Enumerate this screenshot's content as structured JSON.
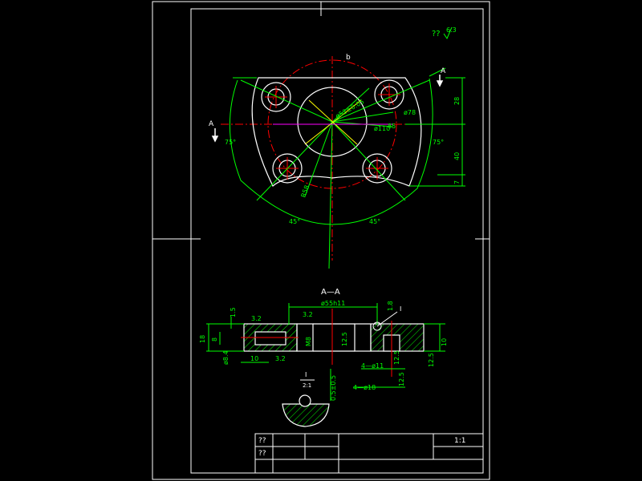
{
  "drawing": {
    "roughness_mark": "?? ",
    "roughness_value": "6.3",
    "view_label_b": "b",
    "section_marker": "A",
    "section_title": "A—A"
  },
  "dimensions": {
    "plan": {
      "pcd": "ø52±0.05",
      "dia_78": "ø78",
      "dia_110": "ø110",
      "dia_85": "85",
      "r_58": "R58",
      "dim_28": "28",
      "dim_40": "40",
      "dim_7": "7",
      "angle_left": "75°",
      "angle_right": "75°",
      "angle_45_left": "45°",
      "angle_45_right": "45°"
    },
    "section": {
      "dia_55": "ø55h11",
      "dim_1_5": "1.5",
      "dim_18": "18",
      "dim_8": "8",
      "dim_10_left": "10",
      "dim_10_right": "10",
      "dim_3_2_a": "3.2",
      "dim_3_2_b": "3.2",
      "dim_3_2_c": "3.2",
      "m8": "M8",
      "dim_m4": "ø8.4",
      "angle_12_5_a": "12.5",
      "angle_12_5_b": "12.5",
      "angle_12_5_c": "12.5",
      "angle_12_5_d": "12.5",
      "hole_11": "4—ø11",
      "hole_18": "4—ø18",
      "detail_i": "I",
      "surface_1_8": "1.8",
      "scale_detail": "2:1",
      "detail_tag": "I",
      "dim_0_5": "0.5±0.5"
    }
  },
  "title_block": {
    "cell_1": "??",
    "cell_2": "??",
    "scale": "1:1"
  },
  "colors": {
    "outline": "#ffffff",
    "dimension": "#00ff00",
    "centerline": "#ff0000",
    "circle": "#ff4040",
    "hatch": "#00ff00",
    "diag": "#ffff00"
  }
}
